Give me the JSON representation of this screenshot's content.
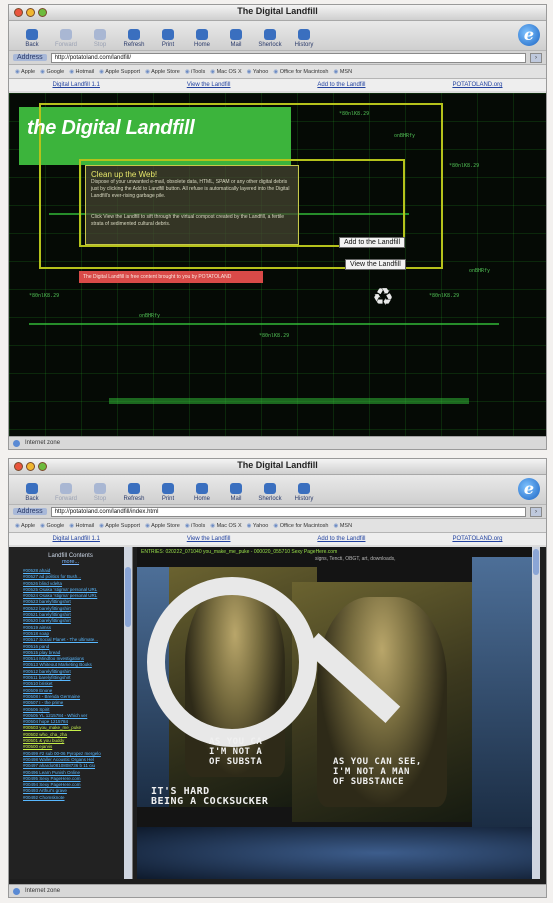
{
  "windows": [
    {
      "title": "The Digital Landfill",
      "toolbar": [
        "Back",
        "Forward",
        "Stop",
        "Refresh",
        "Print",
        "Home",
        "Mail",
        "Sherlock",
        "History"
      ],
      "address_label": "Address",
      "address": "http://potatoland.com/landfill/",
      "favorites": [
        "Apple",
        "Google",
        "Hotmail",
        "Apple Support",
        "Apple Store",
        "iTools",
        "Mac OS X",
        "Yahoo",
        "Office for Macintosh",
        "MSN"
      ],
      "navlinks": [
        "Digital Landfill 1.1",
        "View the Landfill",
        "Add to the Landfill",
        "POTATOLAND.org"
      ],
      "status": "Internet zone"
    },
    {
      "title": "The Digital Landfill",
      "toolbar": [
        "Back",
        "Forward",
        "Stop",
        "Refresh",
        "Print",
        "Home",
        "Mail",
        "Sherlock",
        "History"
      ],
      "address_label": "Address",
      "address": "http://potatoland.com/landfill/index.html",
      "favorites": [
        "Apple",
        "Google",
        "Hotmail",
        "Apple Support",
        "Apple Store",
        "iTools",
        "Mac OS X",
        "Yahoo",
        "Office for Macintosh",
        "MSN"
      ],
      "navlinks": [
        "Digital Landfill 1.1",
        "View the Landfill",
        "Add to the Landfill",
        "POTATOLAND.org"
      ],
      "status": "Internet zone"
    }
  ],
  "landing": {
    "logo": "the Digital Landfill",
    "info_head": "Clean up the Web!",
    "info_body": "Dispose of your unwanted e-mail, obsolete data, HTML, SPAM or any other digital debris just by clicking the Add to Landfill button. All refuse is automatically layered into the Digital Landfill's ever-rising garbage pile.",
    "info_body2": "Click View the Landfill to sift through the virtual compost created by the Landfill, a fertile strata of sedimented cultural debris.",
    "add_button": "Add to the Landfill",
    "view_button": "View the Landfill",
    "banner": "The Digital Landfill is free content brought to you by POTATOLAND",
    "cell_label": "*80nlK8.29",
    "cell_label2": "onBHRfy"
  },
  "viewer": {
    "contents_title": "Landfill Contents",
    "more": "more...",
    "items": [
      "#00528 ahaid",
      "#00527 ad politics for Bush...",
      "#00526 blind vdelta",
      "#00525 Osaka 'stigma' personal URL",
      "#00524 Osaka 'stigma' personal URL",
      "#00523 barelyfittingshirt",
      "#00522 barelyfittingshirt",
      "#00521 barelyfittingshirt",
      "#00520 barelyfittingshirt",
      "#00519 aimss",
      "#00518 soap",
      "#00517 Social Planet - The ultimate...",
      "#00516 pand",
      "#00515 play bread",
      "#00514 Mindfoo Investigations",
      "#00513 Whiteout Marketing Books",
      "#00512 barelyfittingshirt",
      "#00511 barelyfittingshirt",
      "#00510 brisket",
      "#00509 Enone",
      "#00508 I - Brenda Germaine",
      "#00507 I - the prime",
      "#00506 Spirit",
      "#00505 YL 1215784 - Which ver",
      "#00504 hope 1215784",
      "#00503 you_make_me_puke",
      "#00502 who_cha_zha",
      "#00501 & you buddy",
      "#00500 ejarvis",
      "#00499 #2 sub 00-06 Pyropez mergelo",
      "#00498 Waller Acoustic Organs Hel",
      "#00497 ahardo0810808736 b 11 ciu",
      "#00496 Learn Punish Online",
      "#00495 Sexy PageHere.com",
      "#00494 Sexy PageHere.com",
      "#00493 Arthur's grave",
      "#00492 Chomsknote"
    ],
    "ticker": "ENTRIES: 020222_071040 you_make_me_puke - 000020_055710 Sexy PageHere.com",
    "ticker2": "signs, Tencti, OBGT, art, downloads,",
    "overlay1": "AS YOU CA\nI'M NOT A\nOF SUBSTA",
    "overlay2": "IT'S HARD\nBEING A COCKSUCKER",
    "overlay3": "AS YOU CAN SEE,\nI'M NOT A MAN\nOF SUBSTANCE"
  }
}
